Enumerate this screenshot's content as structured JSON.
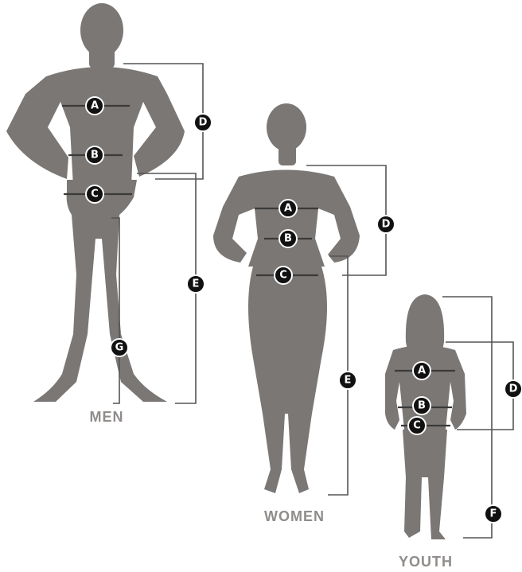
{
  "figures": {
    "men": {
      "label": "MEN",
      "badges": {
        "a": "A",
        "b": "B",
        "c": "C",
        "d": "D",
        "e": "E",
        "g": "G"
      }
    },
    "women": {
      "label": "WOMEN",
      "badges": {
        "a": "A",
        "b": "B",
        "c": "C",
        "d": "D",
        "e": "E"
      }
    },
    "youth": {
      "label": "YOUTH",
      "badges": {
        "a": "A",
        "b": "B",
        "c": "C",
        "d": "D",
        "f": "F"
      }
    }
  },
  "colors": {
    "silhouette": "#7a7775",
    "badge": "#111111",
    "label": "#8f8c8a",
    "bracket": "#555555"
  }
}
